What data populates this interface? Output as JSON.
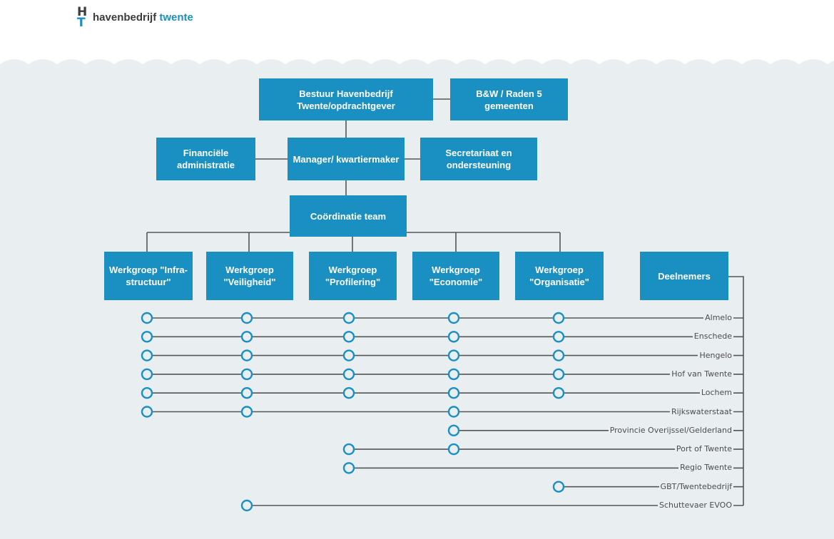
{
  "brand": {
    "part1": "havenbedrijf",
    "part2": "twente",
    "mark_top": "H",
    "mark_bottom": "T"
  },
  "colors": {
    "box": "#1a8fc2",
    "panel": "#e9eef0",
    "line": "#555555",
    "circle": "#1a8fc2",
    "label": "#4d4d4d"
  },
  "org": {
    "board": "Bestuur Havenbedrijf Twente/opdrachtgever",
    "councils": "B&W / Raden 5 gemeenten",
    "finance": "Financiële administratie",
    "manager": "Manager/ kwartiermaker",
    "secretariat": "Secretariaat en ondersteuning",
    "coordination": "Coördinatie team",
    "participants": "Deelnemers"
  },
  "workgroups": [
    "Werkgroep \"Infra-structuur\"",
    "Werkgroep \"Veiligheid\"",
    "Werkgroep \"Profilering\"",
    "Werkgroep \"Economie\"",
    "Werkgroep \"Organisatie\""
  ],
  "participants": [
    {
      "name": "Almelo",
      "groups": [
        1,
        1,
        1,
        1,
        1
      ]
    },
    {
      "name": "Enschede",
      "groups": [
        1,
        1,
        1,
        1,
        1
      ]
    },
    {
      "name": "Hengelo",
      "groups": [
        1,
        1,
        1,
        1,
        1
      ]
    },
    {
      "name": "Hof van Twente",
      "groups": [
        1,
        1,
        1,
        1,
        1
      ]
    },
    {
      "name": "Lochem",
      "groups": [
        1,
        1,
        1,
        1,
        1
      ]
    },
    {
      "name": "Rijkswaterstaat",
      "groups": [
        1,
        1,
        0,
        1,
        0
      ]
    },
    {
      "name": "Provincie Overijssel/Gelderland",
      "groups": [
        0,
        0,
        0,
        1,
        0
      ]
    },
    {
      "name": "Port of Twente",
      "groups": [
        0,
        0,
        1,
        1,
        0
      ]
    },
    {
      "name": "Regio Twente",
      "groups": [
        0,
        0,
        1,
        0,
        0
      ]
    },
    {
      "name": "GBT/Twentebedrijf",
      "groups": [
        0,
        0,
        0,
        0,
        1
      ]
    },
    {
      "name": "Schuttevaer EVOO",
      "groups": [
        0,
        1,
        0,
        0,
        0
      ]
    }
  ]
}
